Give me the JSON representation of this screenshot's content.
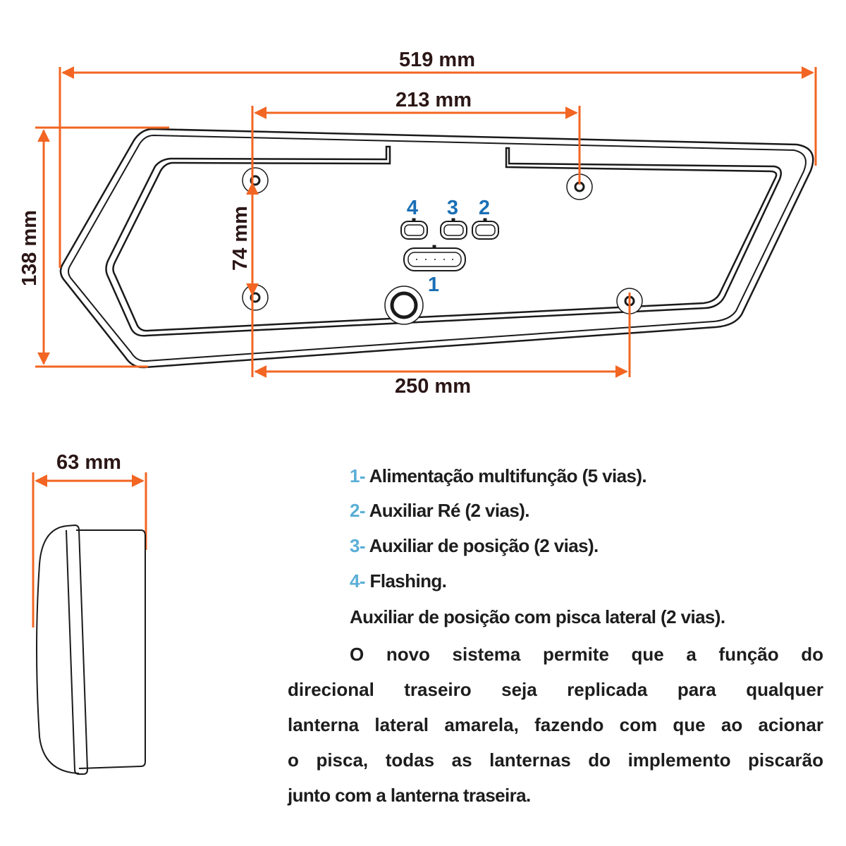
{
  "colors": {
    "dimension": "#f26522",
    "outline": "#1a1a1a",
    "connector_label": "#1a6fb5",
    "list_number": "#5aaed6"
  },
  "dimensions": {
    "width_total": "519 mm",
    "mount_top": "213 mm",
    "height": "138 mm",
    "mount_vertical": "74 mm",
    "mount_bottom": "250 mm",
    "depth": "63 mm"
  },
  "connectors": {
    "c1": "1",
    "c2": "2",
    "c3": "3",
    "c4": "4"
  },
  "legend": [
    {
      "num": "1-",
      "text": "Alimentação multifunção (5 vias)."
    },
    {
      "num": "2-",
      "text": "Auxiliar Ré (2 vias)."
    },
    {
      "num": "3-",
      "text": "Auxiliar de posição (2 vias)."
    },
    {
      "num": "4-",
      "text": "Flashing."
    },
    {
      "num": "",
      "text": "Auxiliar de posição com pisca lateral (2 vias)."
    }
  ],
  "description": [
    "O novo sistema permite que a função do",
    "direcional traseiro seja replicada para qualquer",
    "lanterna lateral amarela, fazendo com que ao acionar",
    "o pisca, todas as lanternas do implemento piscarão",
    "junto com a lanterna traseira."
  ]
}
